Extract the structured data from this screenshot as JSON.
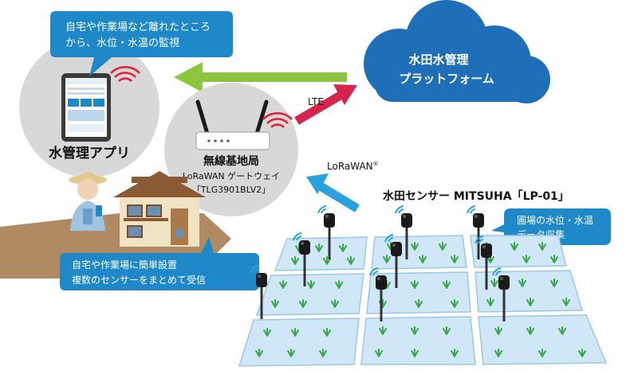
{
  "bubble_top": {
    "line1": "自宅や作業場など離れたところ",
    "line2": "から、水位・水温の監視"
  },
  "cloud": {
    "line1": "水田水管理",
    "line2": "プラットフォーム"
  },
  "app_circle": {
    "label": "水管理アプリ"
  },
  "gateway_circle": {
    "title": "無線基地局",
    "subtitle": "LoRaWAN ゲートウェイ",
    "model": "「TLG3901BLV2」"
  },
  "links": {
    "lte": "LTE",
    "lorawan": "LoRaWAN",
    "lorawan_mark": "®"
  },
  "sensor": {
    "title": "水田センサー MITSUHA「LP-01」"
  },
  "bubble_right": {
    "line1": "圃場の水位・水温",
    "line2": "データ収集"
  },
  "bubble_bottom": {
    "line1": "自宅や作業場に簡単設置",
    "line2": "複数のセンサーをまとめて受信"
  },
  "colors": {
    "bubble_blue": "#1f88c8",
    "cloud_blue": "#1f6fb8",
    "arrow_green": "#8cc63f",
    "arrow_red": "#d6244a",
    "arrow_blue": "#2aa0dd",
    "circle_gray": "#d8d8d8",
    "field_blue": "#cfe7f7",
    "ground_brown": "#b08a62"
  }
}
